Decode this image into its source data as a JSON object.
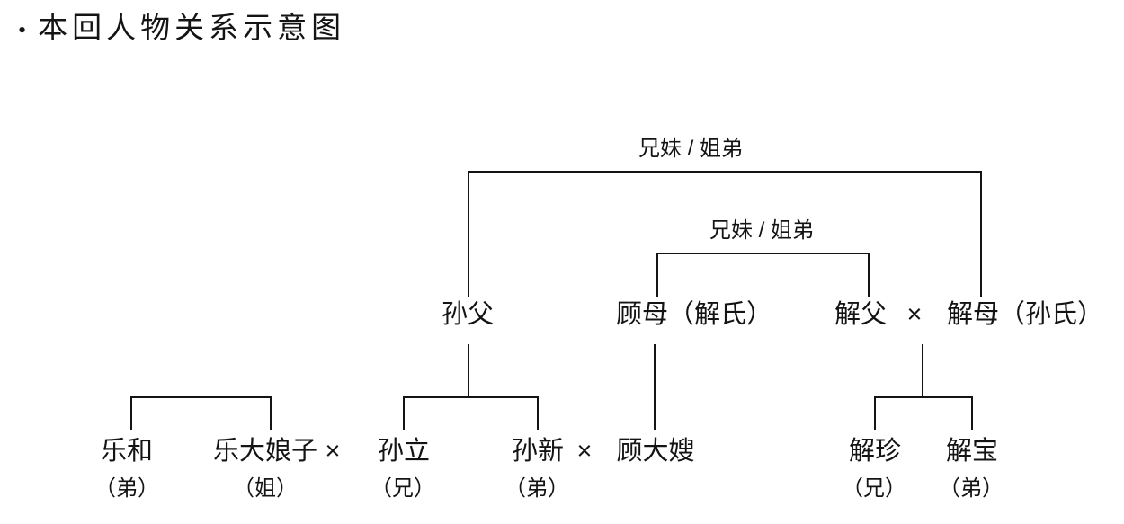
{
  "title": {
    "bullet": "•",
    "text": "本回人物关系示意图"
  },
  "brackets": {
    "outer_label": "兄妹 / 姐弟",
    "inner_label": "兄妹 / 姐弟"
  },
  "symbols": {
    "marriage": "×"
  },
  "parents": {
    "sun_father": "孙父",
    "gu_mother": "顾母（解氏）",
    "xie_father": "解父",
    "xie_mother": "解母（孙氏）"
  },
  "children": {
    "yue_he": "乐和",
    "yue_daniangzi": "乐大娘子",
    "sun_li": "孙立",
    "sun_xin": "孙新",
    "gu_dasao": "顾大嫂",
    "xie_zhen": "解珍",
    "xie_bao": "解宝"
  },
  "roles": {
    "yue_he": "（弟）",
    "yue_daniangzi": "（姐）",
    "sun_li": "（兄）",
    "sun_xin": "（弟）",
    "xie_zhen": "（兄）",
    "xie_bao": "（弟）"
  }
}
